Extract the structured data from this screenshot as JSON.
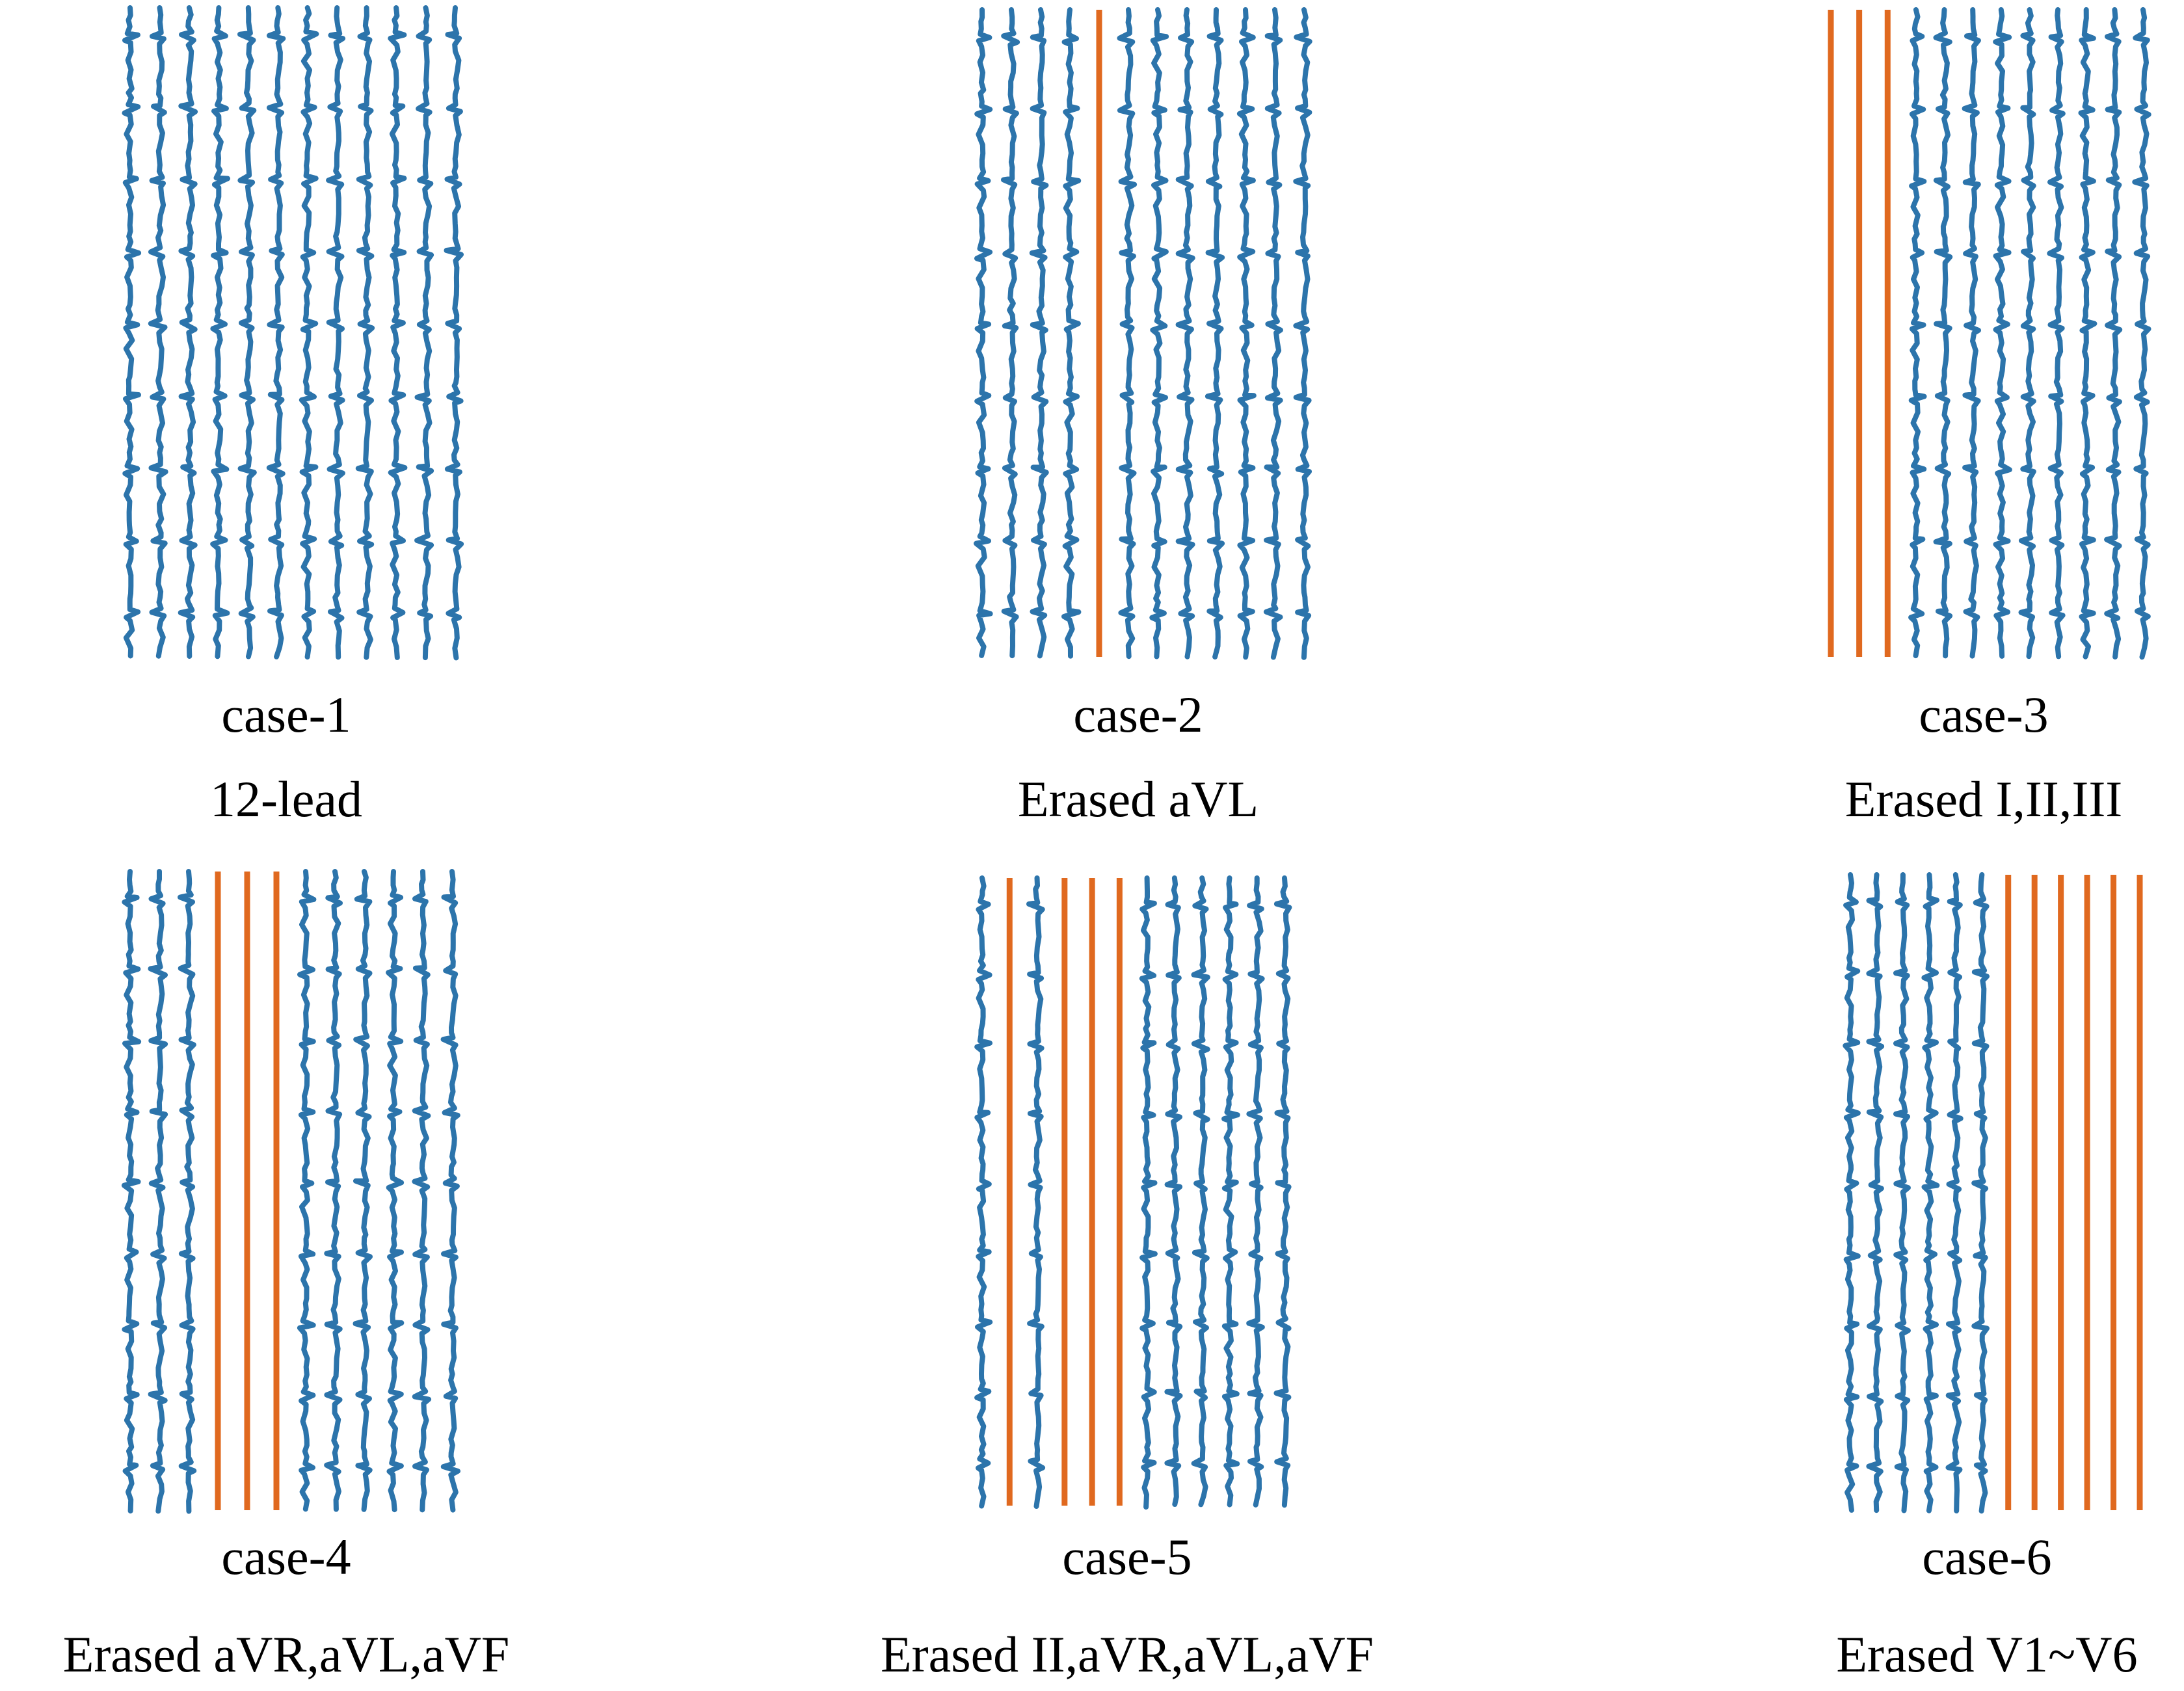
{
  "colors": {
    "signal": "#2c74ab",
    "erased": "#e0691f",
    "text": "#000000"
  },
  "lead_count": 12,
  "panels": [
    {
      "case": "case-1",
      "desc": "12-lead",
      "erased": []
    },
    {
      "case": "case-2",
      "desc": "Erased aVL",
      "erased": [
        4
      ]
    },
    {
      "case": "case-3",
      "desc": "Erased I,II,III",
      "erased": [
        0,
        1,
        2
      ]
    },
    {
      "case": "case-4",
      "desc": "Erased aVR,aVL,aVF",
      "erased": [
        3,
        4,
        5
      ]
    },
    {
      "case": "case-5",
      "desc": "Erased II,aVR,aVL,aVF",
      "erased": [
        1,
        3,
        4,
        5
      ]
    },
    {
      "case": "case-6",
      "desc": "Erased V1~V6",
      "erased": [
        6,
        7,
        8,
        9,
        10,
        11
      ]
    }
  ]
}
